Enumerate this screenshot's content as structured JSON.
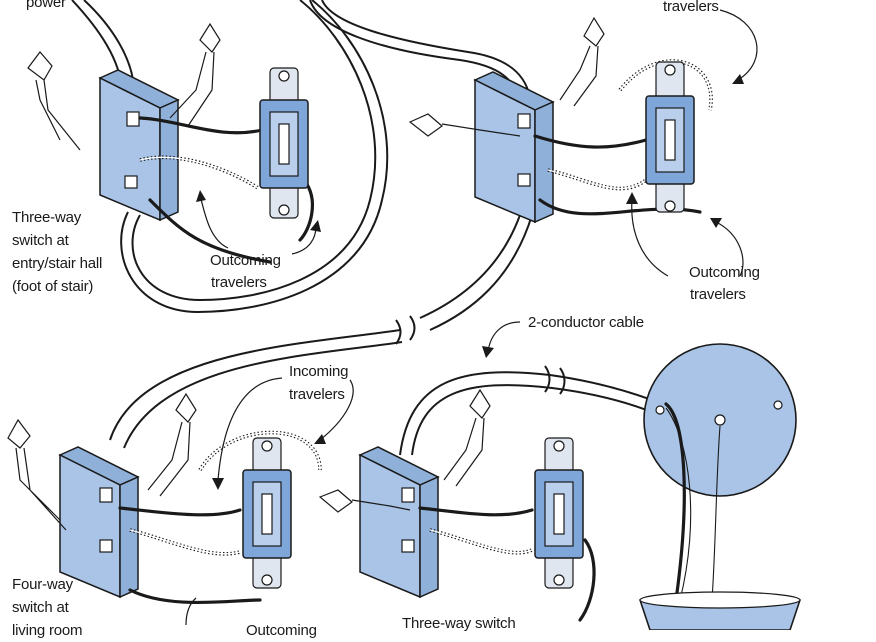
{
  "labels": {
    "power": "power",
    "travelers_top_right": "travelers",
    "three_way_foot_1": "Three-way",
    "three_way_foot_2": "switch at",
    "three_way_foot_3": "entry/stair hall",
    "three_way_foot_4": "(foot of stair)",
    "outgoing_left_1": "Outcoming",
    "outgoing_left_2": "travelers",
    "outgoing_right_1": "Outcoming",
    "outgoing_right_2": "travelers",
    "cable_2_conductor": "2-conductor cable",
    "incoming_1": "Incoming",
    "incoming_2": "travelers",
    "four_way_1": "Four-way",
    "four_way_2": "switch at",
    "four_way_3": "living room",
    "incoming_bottom": "Outcoming",
    "three_way_bottom": "Three-way switch"
  },
  "colors": {
    "box": "#a9c4e6",
    "switch": "#7fa6d8",
    "ink": "#1a1a1a"
  }
}
